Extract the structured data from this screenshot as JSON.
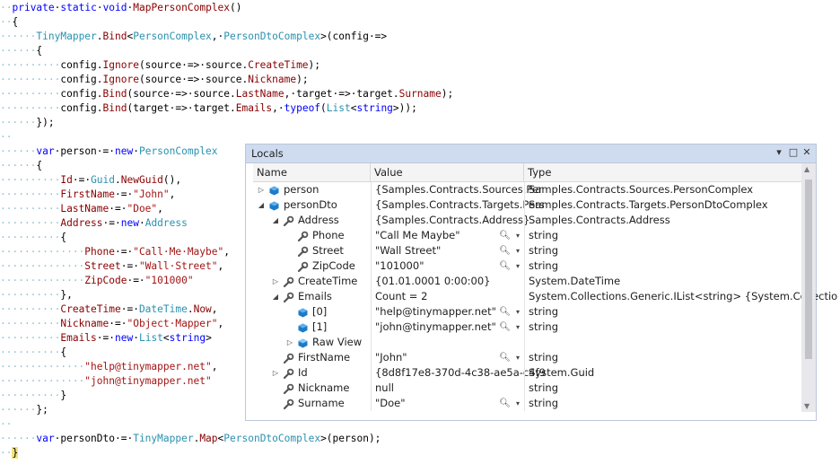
{
  "code_lines": [
    [
      [
        "kw",
        "private"
      ],
      [
        "",
        "·"
      ],
      [
        "kw",
        "static"
      ],
      [
        "",
        "·"
      ],
      [
        "kw",
        "void"
      ],
      [
        "",
        "·"
      ],
      [
        "mt",
        "MapPersonComplex"
      ],
      [
        "",
        "()"
      ]
    ],
    [
      [
        "",
        "{"
      ]
    ],
    [
      [
        "ty",
        "TinyMapper"
      ],
      [
        "",
        "."
      ],
      [
        "mt",
        "Bind"
      ],
      [
        "",
        "<"
      ],
      [
        "ty",
        "PersonComplex"
      ],
      [
        "",
        ",·"
      ],
      [
        "ty",
        "PersonDtoComplex"
      ],
      [
        "",
        ">(config·=>"
      ]
    ],
    [
      [
        "",
        "{"
      ]
    ],
    [
      [
        "",
        "config."
      ],
      [
        "mt",
        "Ignore"
      ],
      [
        "",
        "(source·=>·source."
      ],
      [
        "mt",
        "CreateTime"
      ],
      [
        "",
        ");"
      ]
    ],
    [
      [
        "",
        "config."
      ],
      [
        "mt",
        "Ignore"
      ],
      [
        "",
        "(source·=>·source."
      ],
      [
        "mt",
        "Nickname"
      ],
      [
        "",
        ");"
      ]
    ],
    [
      [
        "",
        "config."
      ],
      [
        "mt",
        "Bind"
      ],
      [
        "",
        "(source·=>·source."
      ],
      [
        "mt",
        "LastName"
      ],
      [
        "",
        ",·target·=>·target."
      ],
      [
        "mt",
        "Surname"
      ],
      [
        "",
        ");"
      ]
    ],
    [
      [
        "",
        "config."
      ],
      [
        "mt",
        "Bind"
      ],
      [
        "",
        "(target·=>·target."
      ],
      [
        "mt",
        "Emails"
      ],
      [
        "",
        ",·"
      ],
      [
        "kw",
        "typeof"
      ],
      [
        "",
        "("
      ],
      [
        "ty",
        "List"
      ],
      [
        "",
        "<"
      ],
      [
        "kw",
        "string"
      ],
      [
        "",
        ">));"
      ]
    ],
    [
      [
        "",
        "});"
      ]
    ],
    [],
    [
      [
        "kw",
        "var"
      ],
      [
        "",
        "·person·=·"
      ],
      [
        "kw",
        "new"
      ],
      [
        "",
        "·"
      ],
      [
        "ty",
        "PersonComplex"
      ]
    ],
    [
      [
        "",
        "{"
      ]
    ],
    [
      [
        "mt",
        "Id"
      ],
      [
        "",
        "·=·"
      ],
      [
        "ty",
        "Guid"
      ],
      [
        "",
        "."
      ],
      [
        "mt",
        "NewGuid"
      ],
      [
        "",
        "(),"
      ]
    ],
    [
      [
        "mt",
        "FirstName"
      ],
      [
        "",
        "·=·"
      ],
      [
        "st",
        "\"John\""
      ],
      [
        "",
        ","
      ]
    ],
    [
      [
        "mt",
        "LastName"
      ],
      [
        "",
        "·=·"
      ],
      [
        "st",
        "\"Doe\""
      ],
      [
        "",
        ","
      ]
    ],
    [
      [
        "mt",
        "Address"
      ],
      [
        "",
        "·=·"
      ],
      [
        "kw",
        "new"
      ],
      [
        "",
        "·"
      ],
      [
        "ty",
        "Address"
      ]
    ],
    [
      [
        "",
        "{"
      ]
    ],
    [
      [
        "mt",
        "Phone"
      ],
      [
        "",
        "·=·"
      ],
      [
        "st",
        "\"Call·Me·Maybe\""
      ],
      [
        "",
        ","
      ]
    ],
    [
      [
        "mt",
        "Street"
      ],
      [
        "",
        "·=·"
      ],
      [
        "st",
        "\"Wall·Street\""
      ],
      [
        "",
        ","
      ]
    ],
    [
      [
        "mt",
        "ZipCode"
      ],
      [
        "",
        "·=·"
      ],
      [
        "st",
        "\"101000\""
      ]
    ],
    [
      [
        "",
        "},"
      ]
    ],
    [
      [
        "mt",
        "CreateTime"
      ],
      [
        "",
        "·=·"
      ],
      [
        "ty",
        "DateTime"
      ],
      [
        "",
        "."
      ],
      [
        "mt",
        "Now"
      ],
      [
        "",
        ","
      ]
    ],
    [
      [
        "mt",
        "Nickname"
      ],
      [
        "",
        "·=·"
      ],
      [
        "st",
        "\"Object·Mapper\""
      ],
      [
        "",
        ","
      ]
    ],
    [
      [
        "mt",
        "Emails"
      ],
      [
        "",
        "·=·"
      ],
      [
        "kw",
        "new"
      ],
      [
        "",
        "·"
      ],
      [
        "ty",
        "List"
      ],
      [
        "",
        "<"
      ],
      [
        "kw",
        "string"
      ],
      [
        "",
        ">"
      ]
    ],
    [
      [
        "",
        "{"
      ]
    ],
    [
      [
        "st",
        "\"help@tinymapper.net\""
      ],
      [
        "",
        ","
      ]
    ],
    [
      [
        "st",
        "\"john@tinymapper.net\""
      ]
    ],
    [
      [
        "",
        "}"
      ]
    ],
    [
      [
        "",
        "};"
      ]
    ],
    [],
    [
      [
        "kw",
        "var"
      ],
      [
        "",
        "·personDto·=·"
      ],
      [
        "ty",
        "TinyMapper"
      ],
      [
        "",
        "."
      ],
      [
        "mt",
        "Map"
      ],
      [
        "",
        "<"
      ],
      [
        "ty",
        "PersonDtoComplex"
      ],
      [
        "",
        ">(person);"
      ]
    ],
    [
      [
        "hl",
        "}"
      ]
    ]
  ],
  "code_indent": [
    0,
    0,
    1,
    1,
    2,
    2,
    2,
    2,
    1,
    0,
    1,
    1,
    2,
    2,
    2,
    2,
    2,
    3,
    3,
    3,
    2,
    2,
    2,
    2,
    2,
    3,
    3,
    2,
    1,
    0,
    1,
    0
  ],
  "locals": {
    "title": "Locals",
    "columns": {
      "name": "Name",
      "value": "Value",
      "type": "Type"
    },
    "rows": [
      {
        "level": 0,
        "expander": "collapsed",
        "icon": "field-icon",
        "name": "person",
        "value": "{Samples.Contracts.Sources.Per",
        "type": "Samples.Contracts.Sources.PersonComplex",
        "magnifier": false
      },
      {
        "level": 0,
        "expander": "expanded",
        "icon": "field-icon",
        "name": "personDto",
        "value": "{Samples.Contracts.Targets.Pers",
        "type": "Samples.Contracts.Targets.PersonDtoComplex",
        "magnifier": false
      },
      {
        "level": 1,
        "expander": "expanded",
        "icon": "property-icon",
        "name": "Address",
        "value": "{Samples.Contracts.Address}",
        "type": "Samples.Contracts.Address",
        "magnifier": false
      },
      {
        "level": 2,
        "expander": "none",
        "icon": "property-icon",
        "name": "Phone",
        "value": "\"Call Me Maybe\"",
        "type": "string",
        "magnifier": true
      },
      {
        "level": 2,
        "expander": "none",
        "icon": "property-icon",
        "name": "Street",
        "value": "\"Wall Street\"",
        "type": "string",
        "magnifier": true
      },
      {
        "level": 2,
        "expander": "none",
        "icon": "property-icon",
        "name": "ZipCode",
        "value": "\"101000\"",
        "type": "string",
        "magnifier": true
      },
      {
        "level": 1,
        "expander": "collapsed",
        "icon": "property-icon",
        "name": "CreateTime",
        "value": "{01.01.0001 0:00:00}",
        "type": "System.DateTime",
        "magnifier": false
      },
      {
        "level": 1,
        "expander": "expanded",
        "icon": "property-icon",
        "name": "Emails",
        "value": "Count = 2",
        "type": "System.Collections.Generic.IList<string> {System.Collectio",
        "magnifier": false
      },
      {
        "level": 2,
        "expander": "none",
        "icon": "field-icon",
        "name": "[0]",
        "value": "\"help@tinymapper.net\"",
        "type": "string",
        "magnifier": true
      },
      {
        "level": 2,
        "expander": "none",
        "icon": "field-icon",
        "name": "[1]",
        "value": "\"john@tinymapper.net\"",
        "type": "string",
        "magnifier": true
      },
      {
        "level": 2,
        "expander": "collapsed",
        "icon": "raw-view-icon",
        "name": "Raw View",
        "value": "",
        "type": "",
        "magnifier": false
      },
      {
        "level": 1,
        "expander": "none",
        "icon": "property-icon",
        "name": "FirstName",
        "value": "\"John\"",
        "type": "string",
        "magnifier": true
      },
      {
        "level": 1,
        "expander": "collapsed",
        "icon": "property-icon",
        "name": "Id",
        "value": "{8d8f17e8-370d-4c38-ae5a-c4f9",
        "type": "System.Guid",
        "magnifier": false
      },
      {
        "level": 1,
        "expander": "none",
        "icon": "property-icon",
        "name": "Nickname",
        "value": "null",
        "type": "string",
        "magnifier": false
      },
      {
        "level": 1,
        "expander": "none",
        "icon": "property-icon",
        "name": "Surname",
        "value": "\"Doe\"",
        "type": "string",
        "magnifier": true
      }
    ]
  },
  "colors": {
    "keyword": "#0000ff",
    "type": "#2b91af",
    "member": "#880000",
    "string": "#a31515"
  }
}
